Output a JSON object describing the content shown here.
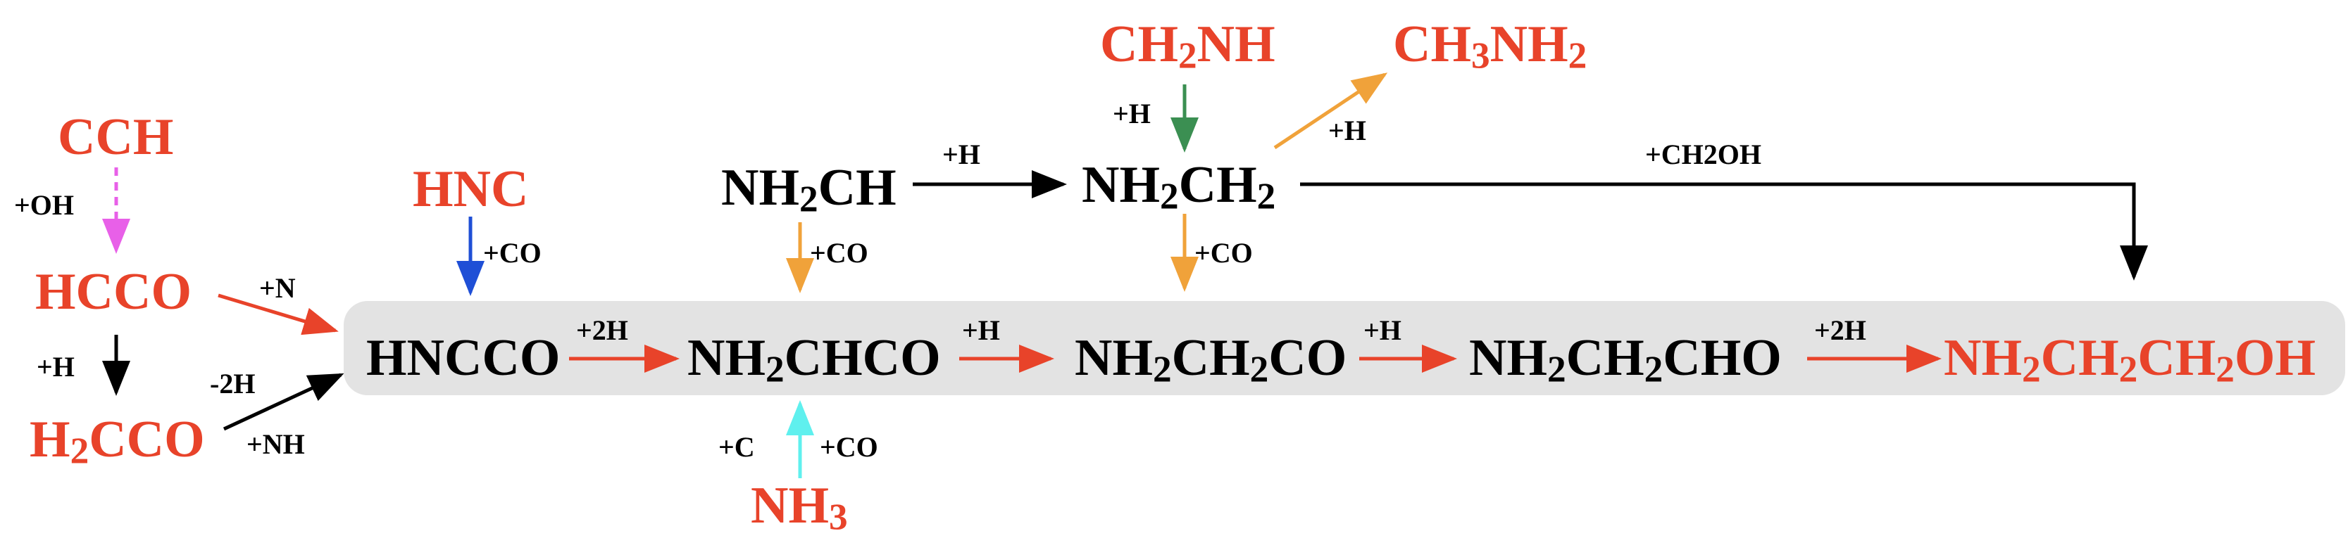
{
  "colors": {
    "red": "#e8432a",
    "black": "#000000",
    "orange": "#f0a23a",
    "green": "#3b8f52",
    "blue": "#1f4fd6",
    "cyan": "#5ff0ee",
    "magenta": "#e860e8",
    "band": "#e3e3e3"
  },
  "species": {
    "cch": {
      "parts": [
        "CCH"
      ]
    },
    "hcco": {
      "parts": [
        "HCCO"
      ]
    },
    "h2cco": {
      "parts": [
        "H",
        "2",
        "CCO"
      ]
    },
    "hnc": {
      "parts": [
        "HNC"
      ]
    },
    "hncco": {
      "parts": [
        "HNCCO"
      ]
    },
    "nh2ch": {
      "parts": [
        "NH",
        "2",
        "CH"
      ]
    },
    "nh2chco": {
      "parts": [
        "NH",
        "2",
        "CHCO"
      ]
    },
    "nh3": {
      "parts": [
        "NH",
        "3"
      ]
    },
    "ch2nh": {
      "parts": [
        "CH",
        "2",
        "NH"
      ]
    },
    "ch3nh2": {
      "parts": [
        "CH",
        "3",
        "NH",
        "2"
      ]
    },
    "nh2ch2": {
      "parts": [
        "NH",
        "2",
        "CH",
        "2"
      ]
    },
    "nh2ch2co": {
      "parts": [
        "NH",
        "2",
        "CH",
        "2",
        "CO"
      ]
    },
    "nh2ch2cho": {
      "parts": [
        "NH",
        "2",
        "CH",
        "2",
        "CHO"
      ]
    },
    "nh2ch2ch2oh": {
      "parts": [
        "NH",
        "2",
        "CH",
        "2",
        "CH",
        "2",
        "OH"
      ]
    }
  },
  "reactants": {
    "plus_oh": "+OH",
    "plus_h_hcco": "+H",
    "plus_n": "+N",
    "minus_2h": "-2H",
    "plus_nh": "+NH",
    "plus_co_hnc": "+CO",
    "plus_2h_hncco": "+2H",
    "plus_co_nh2ch": "+CO",
    "plus_h_nh2ch": "+H",
    "plus_c": "+C",
    "plus_co_nh3": "+CO",
    "plus_h_chain": "+H",
    "plus_h_ch2nh": "+H",
    "plus_h_ch3nh2": "+H",
    "plus_co_nh2ch2": "+CO",
    "plus_ch2oh": "+CH2OH",
    "plus_h_cho": "+H",
    "plus_2h_final": "+2H"
  }
}
